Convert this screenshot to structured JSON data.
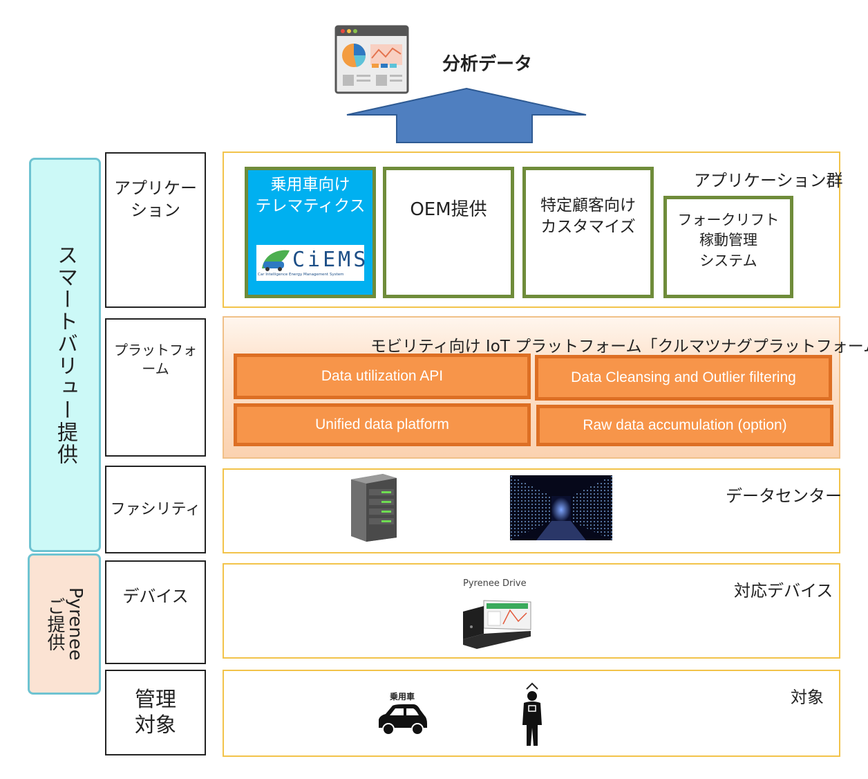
{
  "top": {
    "title": "分析データ"
  },
  "left_bands": {
    "smart": "スマートバリュー提供",
    "pyrenee": "Pyrenee\nご提供"
  },
  "layers": {
    "application": {
      "label": "アプリケー\nション",
      "group_title": "アプリケーション群",
      "apps": {
        "telematics": "乗用車向け\nテレマティクス",
        "ciems_logo": "CiEMS",
        "ciems_tagline": "Car Intelligence Energy Management System",
        "oem": "OEM提供",
        "custom": "特定顧客向け\nカスタマイズ",
        "forklift": "フォークリフト\n稼動管理\nシステム"
      }
    },
    "platform": {
      "label": "プラットフォーム",
      "title": "モビリティ向け IoT プラットフォーム「クルマツナグプラットフォーム」",
      "modules": {
        "api": "Data utilization API",
        "cleansing": "Data Cleansing and Outlier filtering",
        "unified": "Unified data platform",
        "raw": "Raw data accumulation (option)"
      }
    },
    "facility": {
      "label": "ファシリティ",
      "title": "データセンター"
    },
    "device": {
      "label": "デバイス",
      "title": "対応デバイス",
      "device_name": "Pyrenee Drive"
    },
    "target": {
      "label": "管理\n対象",
      "title": "対象",
      "car_label": "乗用車"
    }
  }
}
